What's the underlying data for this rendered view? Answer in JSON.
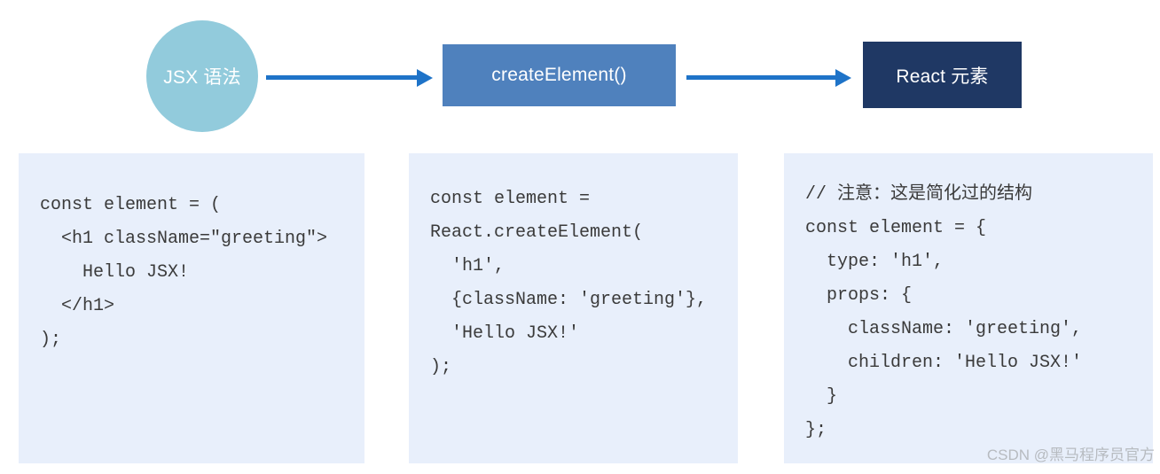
{
  "flow": {
    "jsx_node": {
      "label": "JSX 语法"
    },
    "create_element_node": {
      "label": "createElement()"
    },
    "react_element_node": {
      "label": "React 元素"
    }
  },
  "code_panels": {
    "jsx": {
      "code": "const element = (\n  <h1 className=\"greeting\">\n    Hello JSX!\n  </h1>\n);"
    },
    "create_element": {
      "code": "const element =\nReact.createElement(\n  'h1',\n  {className: 'greeting'},\n  'Hello JSX!'\n);"
    },
    "react_element": {
      "code": "// 注意：这是简化过的结构\nconst element = {\n  type: 'h1',\n  props: {\n    className: 'greeting',\n    children: 'Hello JSX!'\n  }\n};"
    }
  },
  "watermark": {
    "text": "CSDN @黑马程序员官方"
  },
  "colors": {
    "circle_fill": "#92CBDC",
    "flow_box_fill": "#4F81BD",
    "flow_box_dark_fill": "#1F3864",
    "arrow": "#1E73C8",
    "code_panel_bg": "#E8EFFB",
    "code_text": "#3A3A3A",
    "node_label_text": "#FFFFFF",
    "watermark_text": "#B7BBC0"
  }
}
